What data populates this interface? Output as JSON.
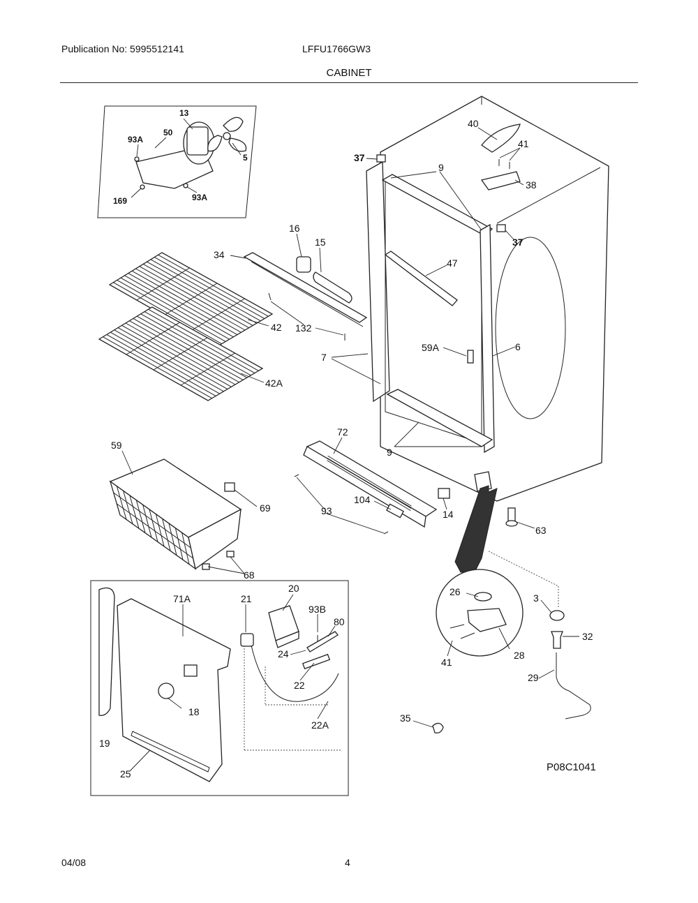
{
  "header": {
    "publication": "Publication No: 5995512141",
    "model": "LFFU1766GW3",
    "section": "CABINET"
  },
  "diagram_code": "P08C1041",
  "footer": {
    "date": "04/08",
    "page": "4"
  },
  "labels": {
    "p13": "13",
    "p50": "50",
    "p93a_top": "93A",
    "p5": "5",
    "p169": "169",
    "p93a_bot": "93A",
    "p40": "40",
    "p41_top": "41",
    "p38": "38",
    "p37_top": "37",
    "p37_right": "37",
    "p9_top": "9",
    "p16": "16",
    "p15": "15",
    "p34": "34",
    "p47": "47",
    "p42": "42",
    "p132": "132",
    "p59a": "59A",
    "p6": "6",
    "p7": "7",
    "p42a": "42A",
    "p72": "72",
    "p9_bot": "9",
    "p59": "59",
    "p69": "69",
    "p104": "104",
    "p93": "93",
    "p14": "14",
    "p63": "63",
    "p68": "68",
    "p20": "20",
    "p71a": "71A",
    "p21": "21",
    "p93b": "93B",
    "p80": "80",
    "p24": "24",
    "p22": "22",
    "p18": "18",
    "p22a": "22A",
    "p19": "19",
    "p25": "25",
    "p26": "26",
    "p3": "3",
    "p32": "32",
    "p28": "28",
    "p41_bot": "41",
    "p29": "29",
    "p35": "35"
  }
}
